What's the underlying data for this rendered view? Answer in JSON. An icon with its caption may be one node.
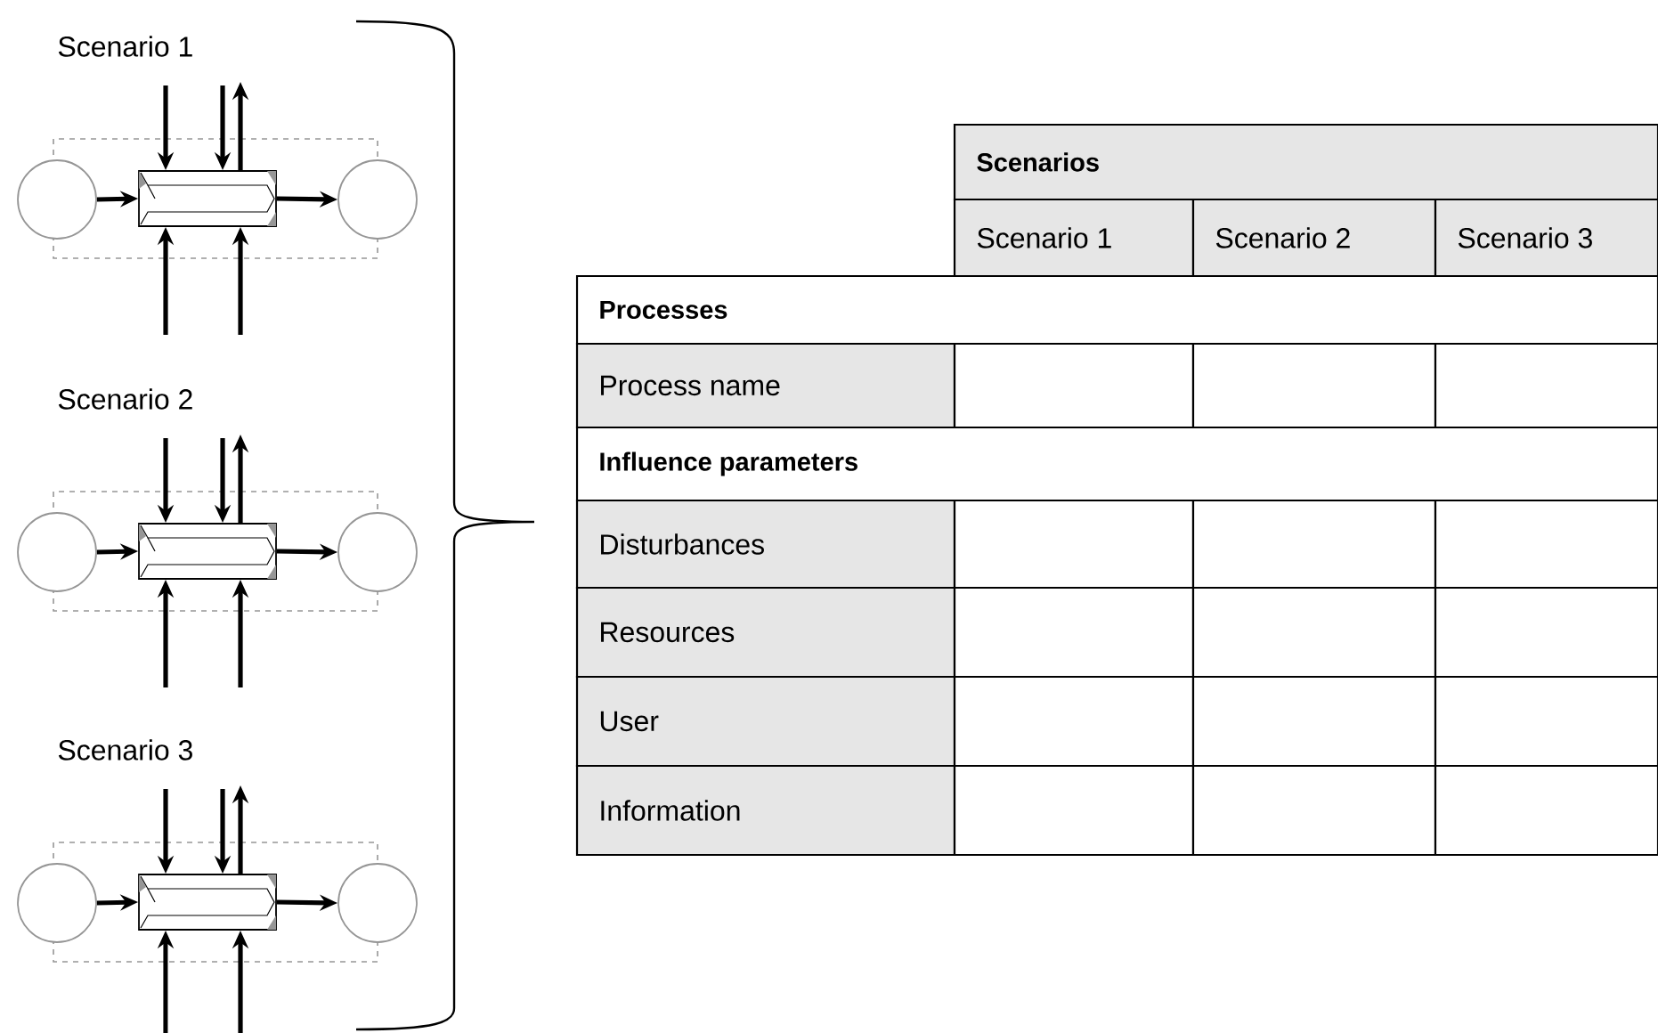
{
  "diagram": {
    "nodes": [
      {
        "text": [],
        "shape": "circle"
      },
      {
        "text": [],
        "shape": "box"
      },
      {
        "text": [],
        "shape": "circle"
      },
      {
        "text": [],
        "shape": "circle"
      },
      {
        "text": [],
        "shape": "box"
      },
      {
        "text": [],
        "shape": "circle"
      },
      {
        "text": [],
        "shape": "circle"
      },
      {
        "text": [],
        "shape": "box"
      },
      {
        "text": [],
        "shape": "circle"
      }
    ],
    "edges": [
      {
        "from": 0,
        "to": 1,
        "arrow": "to"
      },
      {
        "from": 1,
        "to": 2,
        "arrow": "to"
      },
      {
        "from": null,
        "to": 1,
        "arrow": "to"
      },
      {
        "from": null,
        "to": 1,
        "arrow": "to"
      },
      {
        "from": 1,
        "to": null,
        "arrow": "to"
      },
      {
        "from": null,
        "to": 1,
        "arrow": "to"
      },
      {
        "from": null,
        "to": 1,
        "arrow": "to"
      },
      {
        "from": 3,
        "to": 4,
        "arrow": "to"
      },
      {
        "from": 4,
        "to": 5,
        "arrow": "to"
      },
      {
        "from": null,
        "to": 4,
        "arrow": "to"
      },
      {
        "from": null,
        "to": 4,
        "arrow": "to"
      },
      {
        "from": 4,
        "to": null,
        "arrow": "to"
      },
      {
        "from": null,
        "to": 4,
        "arrow": "to"
      },
      {
        "from": null,
        "to": 4,
        "arrow": "to"
      },
      {
        "from": 6,
        "to": 7,
        "arrow": "to"
      },
      {
        "from": 7,
        "to": 8,
        "arrow": "to"
      },
      {
        "from": null,
        "to": 7,
        "arrow": "to"
      },
      {
        "from": null,
        "to": 7,
        "arrow": "to"
      },
      {
        "from": 7,
        "to": null,
        "arrow": "to"
      },
      {
        "from": null,
        "to": 7,
        "arrow": "to"
      },
      {
        "from": null,
        "to": 7,
        "arrow": "to"
      }
    ],
    "labels": [
      "Scenario 1",
      "Scenario 2",
      "Scenario 3",
      "Scenarios",
      "Scenario 1",
      "Scenario 2",
      "Scenario 3",
      "Processes",
      "Process name",
      "Influence parameters",
      "Disturbances",
      "Resources",
      "User",
      "Information"
    ]
  }
}
